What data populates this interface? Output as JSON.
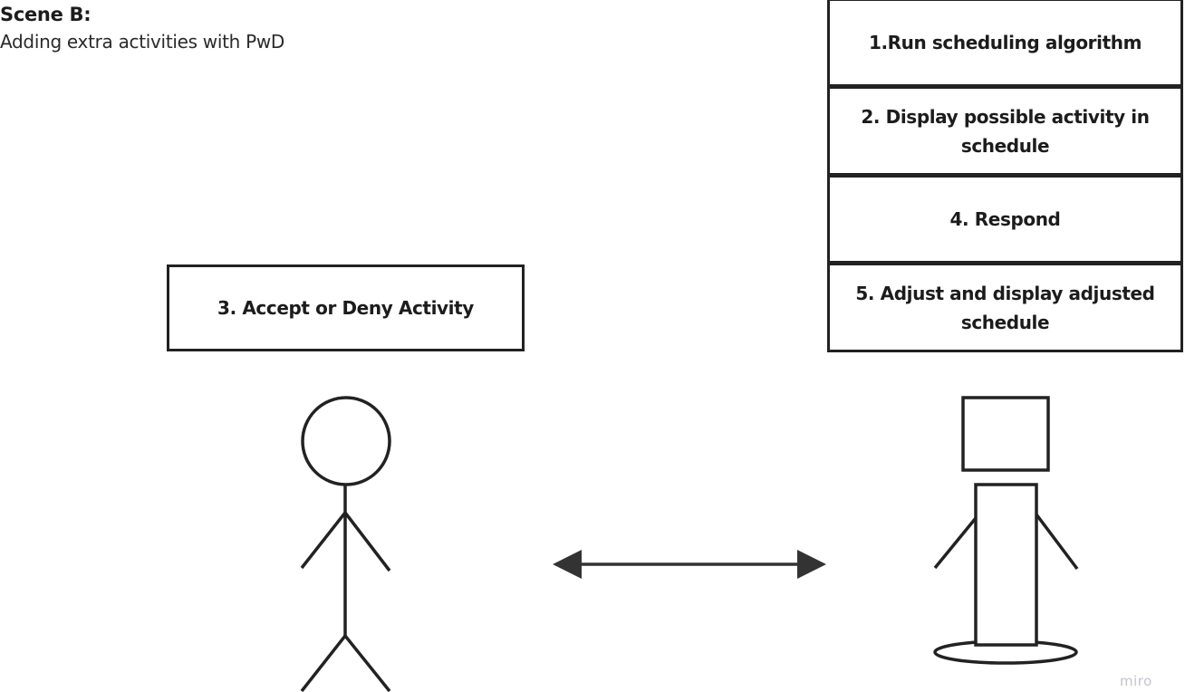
{
  "header": {
    "title": "Scene B:",
    "subtitle": "Adding extra activities with PwD"
  },
  "system_steps": [
    {
      "id": "step-1",
      "label": "1.Run scheduling algorithm"
    },
    {
      "id": "step-2",
      "label": "2. Display possible activity in schedule"
    },
    {
      "id": "step-4",
      "label": "4. Respond"
    },
    {
      "id": "step-5",
      "label": "5. Adjust and display adjusted schedule"
    }
  ],
  "user_steps": [
    {
      "id": "step-3",
      "label": "3. Accept or Deny Activity"
    }
  ],
  "actors": {
    "user": "person-stick-figure",
    "system": "robot-figure"
  },
  "connector": "bidirectional-arrow",
  "colors": {
    "stroke": "#222222",
    "text": "#1c1c1c",
    "watermark": "#c4c3d0",
    "background": "#ffffff"
  },
  "watermark": "miro"
}
